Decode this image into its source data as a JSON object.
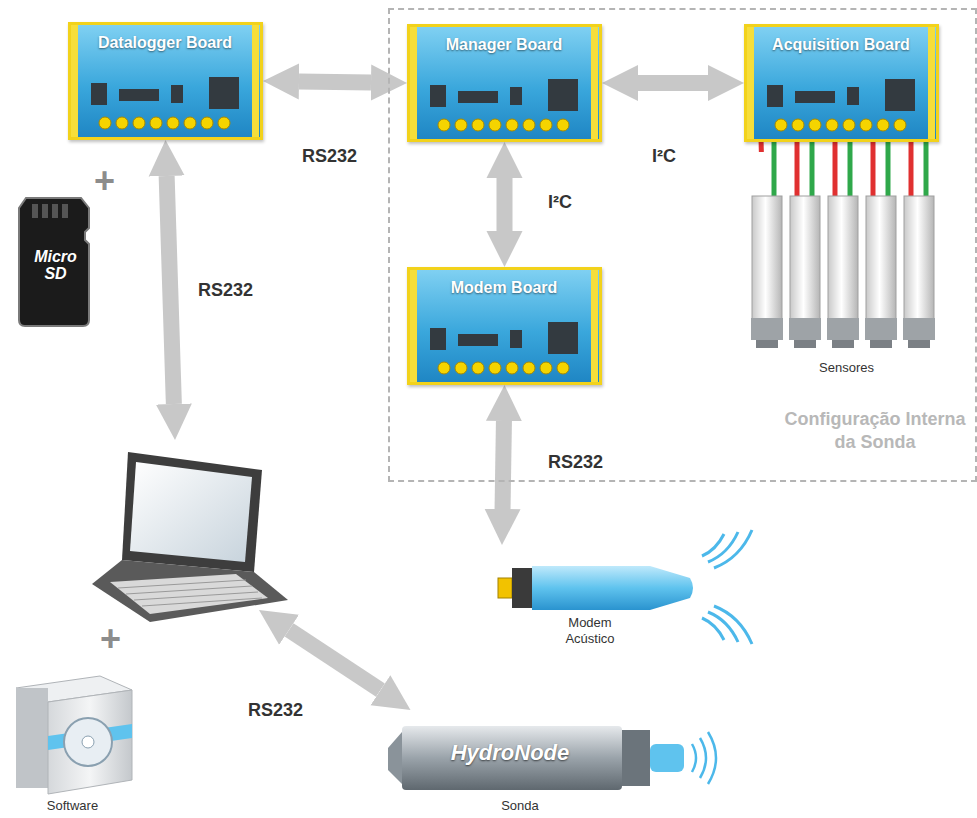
{
  "diagram": {
    "nodes": [
      {
        "text": [
          "Datalogger Board"
        ]
      },
      {
        "text": [
          "Configuração Interna da Sonda"
        ]
      },
      {
        "text": [
          "Manager Board"
        ],
        "in": 1
      },
      {
        "text": [
          "Acquisition Board"
        ],
        "in": 1
      },
      {
        "text": [
          "Modem Board"
        ],
        "in": 1
      },
      {
        "text": [
          "Sensores"
        ],
        "in": 1
      },
      {
        "text": [
          "Micro SD"
        ]
      },
      {
        "text": [
          "Modem Acústico"
        ]
      },
      {
        "text": []
      },
      {
        "text": [
          "Software"
        ]
      },
      {
        "text": [
          "HydroNode",
          "Sonda"
        ]
      }
    ],
    "edges": [
      {
        "from": 0,
        "to": 2,
        "label": "RS232",
        "arrow": "both"
      },
      {
        "from": 2,
        "to": 3,
        "label": "I²C",
        "arrow": "both"
      },
      {
        "from": 2,
        "to": 4,
        "label": "I²C",
        "arrow": "both"
      },
      {
        "from": 3,
        "to": 5,
        "arrow": "none"
      },
      {
        "from": 4,
        "to": 7,
        "label": "RS232",
        "arrow": "both"
      },
      {
        "from": 0,
        "to": 8,
        "label": "RS232",
        "arrow": "both"
      },
      {
        "from": 8,
        "to": 10,
        "label": "RS232",
        "arrow": "both"
      }
    ],
    "labels": [
      "+",
      "+"
    ]
  }
}
